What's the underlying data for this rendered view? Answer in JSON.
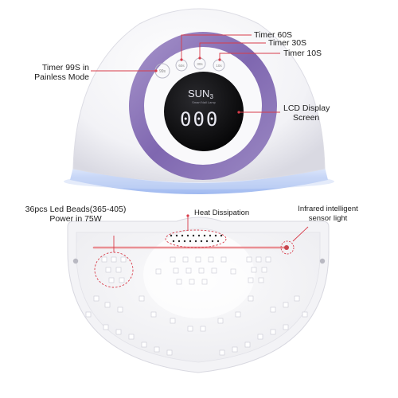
{
  "top_view": {
    "brand": "SUN",
    "brand_suffix": "3",
    "brand_tagline": "Smart Nail Lamp",
    "display_digits": "000",
    "buttons": [
      "99s",
      "60s",
      "30s",
      "10s"
    ],
    "callouts": {
      "timer_60": "Timer 60S",
      "timer_30": "Timer 30S",
      "timer_10": "Timer 10S",
      "timer_99_line1": "Timer 99S in",
      "timer_99_line2": "Painless Mode",
      "lcd_line1": "LCD Display",
      "lcd_line2": "Screen"
    }
  },
  "bottom_view": {
    "callouts": {
      "beads_line1": "36pcs Led Beads(365-405)",
      "beads_line2": "Power in 75W",
      "heat": "Heat Dissipation",
      "sensor_line1": "Infrared intelligent",
      "sensor_line2": "sensor light"
    }
  },
  "colors": {
    "body_white": "#f7f7f9",
    "ring_purple": "#8e78b8",
    "lcd_black": "#111111",
    "lcd_text": "#e9e9f2",
    "glow_blue": "#b9cdf6",
    "callout_red": "#d83c4a",
    "sensor_beam": "#e9858a"
  }
}
